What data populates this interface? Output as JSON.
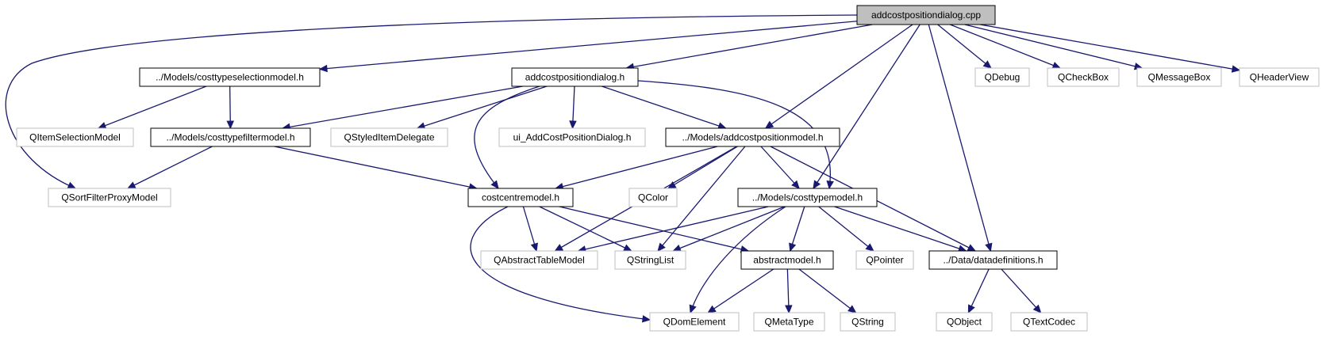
{
  "colors": {
    "edge": "#191970",
    "root_fill": "#bfbfbf",
    "project_border": "#000000",
    "external_border": "#bfbfbf"
  },
  "nodes": [
    {
      "id": "root",
      "label": "addcostpositiondialog.cpp",
      "kind": "root"
    },
    {
      "id": "ctsel",
      "label": "../Models/costtypeselectionmodel.h",
      "kind": "project"
    },
    {
      "id": "dlgh",
      "label": "addcostpositiondialog.h",
      "kind": "project"
    },
    {
      "id": "qdebug",
      "label": "QDebug",
      "kind": "external"
    },
    {
      "id": "qcheckbox",
      "label": "QCheckBox",
      "kind": "external"
    },
    {
      "id": "qmessagebox",
      "label": "QMessageBox",
      "kind": "external"
    },
    {
      "id": "qheaderview",
      "label": "QHeaderView",
      "kind": "external"
    },
    {
      "id": "qitemsel",
      "label": "QItemSelectionModel",
      "kind": "external"
    },
    {
      "id": "ctfilter",
      "label": "../Models/costtypefiltermodel.h",
      "kind": "project"
    },
    {
      "id": "qstyled",
      "label": "QStyledItemDelegate",
      "kind": "external"
    },
    {
      "id": "uidlg",
      "label": "ui_AddCostPositionDialog.h",
      "kind": "external"
    },
    {
      "id": "acpm",
      "label": "../Models/addcostpositionmodel.h",
      "kind": "project"
    },
    {
      "id": "qsfpm",
      "label": "QSortFilterProxyModel",
      "kind": "external"
    },
    {
      "id": "ccm",
      "label": "costcentremodel.h",
      "kind": "project"
    },
    {
      "id": "qcolor",
      "label": "QColor",
      "kind": "external"
    },
    {
      "id": "ctm",
      "label": "../Models/costtypemodel.h",
      "kind": "project"
    },
    {
      "id": "qatm",
      "label": "QAbstractTableModel",
      "kind": "external"
    },
    {
      "id": "qstrlist",
      "label": "QStringList",
      "kind": "external"
    },
    {
      "id": "absm",
      "label": "abstractmodel.h",
      "kind": "project"
    },
    {
      "id": "qpointer",
      "label": "QPointer",
      "kind": "external"
    },
    {
      "id": "datadef",
      "label": "../Data/datadefinitions.h",
      "kind": "project"
    },
    {
      "id": "qdom",
      "label": "QDomElement",
      "kind": "external"
    },
    {
      "id": "qmeta",
      "label": "QMetaType",
      "kind": "external"
    },
    {
      "id": "qstring",
      "label": "QString",
      "kind": "external"
    },
    {
      "id": "qobject",
      "label": "QObject",
      "kind": "external"
    },
    {
      "id": "qtextcodec",
      "label": "QTextCodec",
      "kind": "external"
    }
  ],
  "edges": [
    [
      "root",
      "ctsel"
    ],
    [
      "root",
      "dlgh"
    ],
    [
      "root",
      "qdebug"
    ],
    [
      "root",
      "qcheckbox"
    ],
    [
      "root",
      "qmessagebox"
    ],
    [
      "root",
      "qheaderview"
    ],
    [
      "root",
      "qsfpm"
    ],
    [
      "root",
      "acpm"
    ],
    [
      "root",
      "ctm"
    ],
    [
      "root",
      "datadef"
    ],
    [
      "ctsel",
      "qitemsel"
    ],
    [
      "ctsel",
      "ctfilter"
    ],
    [
      "dlgh",
      "ctfilter"
    ],
    [
      "dlgh",
      "qstyled"
    ],
    [
      "dlgh",
      "uidlg"
    ],
    [
      "dlgh",
      "acpm"
    ],
    [
      "dlgh",
      "ccm"
    ],
    [
      "dlgh",
      "ctm"
    ],
    [
      "ctfilter",
      "qsfpm"
    ],
    [
      "ctfilter",
      "ccm"
    ],
    [
      "acpm",
      "ccm"
    ],
    [
      "acpm",
      "qcolor"
    ],
    [
      "acpm",
      "ctm"
    ],
    [
      "acpm",
      "qatm"
    ],
    [
      "acpm",
      "qstrlist"
    ],
    [
      "acpm",
      "datadef"
    ],
    [
      "ccm",
      "qatm"
    ],
    [
      "ccm",
      "qstrlist"
    ],
    [
      "ccm",
      "absm"
    ],
    [
      "ccm",
      "qdom"
    ],
    [
      "ctm",
      "qatm"
    ],
    [
      "ctm",
      "qstrlist"
    ],
    [
      "ctm",
      "absm"
    ],
    [
      "ctm",
      "qpointer"
    ],
    [
      "ctm",
      "datadef"
    ],
    [
      "ctm",
      "qdom"
    ],
    [
      "absm",
      "qdom"
    ],
    [
      "absm",
      "qmeta"
    ],
    [
      "absm",
      "qstring"
    ],
    [
      "datadef",
      "qobject"
    ],
    [
      "datadef",
      "qtextcodec"
    ]
  ]
}
